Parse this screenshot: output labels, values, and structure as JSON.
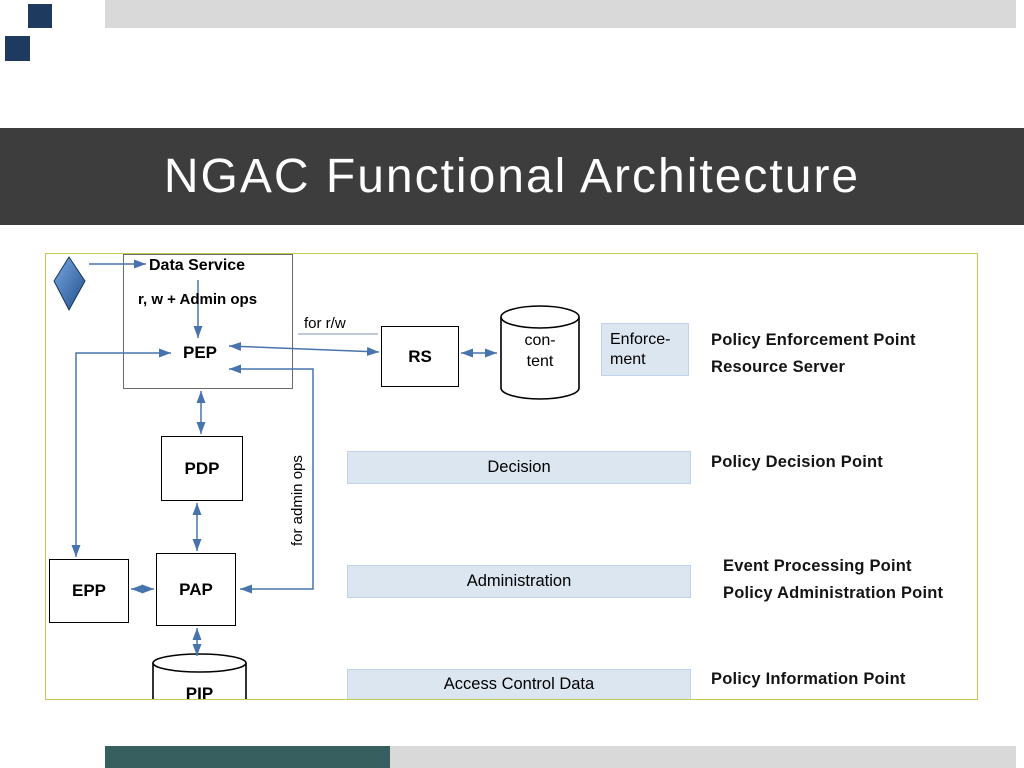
{
  "slide": {
    "title": "NGAC Functional Architecture"
  },
  "diagram": {
    "data_service_box": {
      "title": "Data Service",
      "ops": "r, w + Admin ops",
      "pep_label": "PEP"
    },
    "nodes": {
      "pdp": "PDP",
      "pap": "PAP",
      "epp": "EPP",
      "rs": "RS"
    },
    "stores": {
      "content_line1": "con-",
      "content_line2": "tent",
      "pip": "PIP"
    },
    "layers": {
      "enforcement_line1": "Enforce-",
      "enforcement_line2": "ment",
      "decision": "Decision",
      "administration": "Administration",
      "access_control_data": "Access Control Data"
    },
    "edge_labels": {
      "for_rw": "for r/w",
      "for_admin_ops": "for admin ops"
    },
    "legend": {
      "pep": "Policy Enforcement Point",
      "rs": "Resource Server",
      "pdp": "Policy Decision Point",
      "epp": "Event Processing Point",
      "pap": "Policy Administration Point",
      "pip": "Policy Information Point"
    }
  },
  "colors": {
    "title_bg": "#3d3d3d",
    "bar_gray": "#d9d9d9",
    "accent_navy": "#1e3a5f",
    "footer_teal": "#375f5f",
    "band_blue": "#dce6f1",
    "band_border": "#c2d2e8",
    "border_olive": "#c3cc52",
    "connector_blue": "#4874ad"
  }
}
